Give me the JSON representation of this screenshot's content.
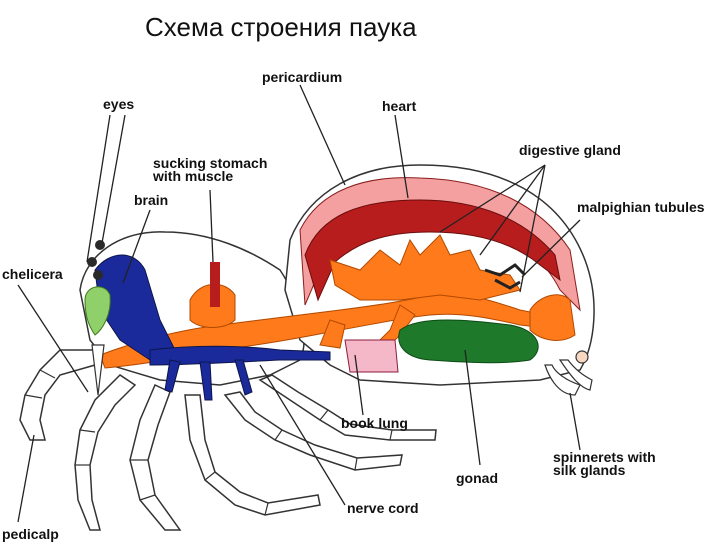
{
  "title": "Схема строения паука",
  "labels": {
    "pericardium": "pericardium",
    "heart": "heart",
    "eyes": "eyes",
    "sucking_stomach_line1": "sucking stomach",
    "sucking_stomach_line2": "with muscle",
    "digestive_gland": "digestive gland",
    "brain": "brain",
    "malpighian_tubules": "malpighian tubules",
    "chelicera": "chelicera",
    "book_lung": "book lung",
    "spinnerets_line1": "spinnerets with",
    "spinnerets_line2": "silk glands",
    "gonad": "gonad",
    "nerve_cord": "nerve cord",
    "pedicalp": "pedicalp"
  },
  "colors": {
    "heart": "#b81d1d",
    "pericardium": "#f4a0a0",
    "digestive": "#ff7a1a",
    "gonad": "#1e7a2a",
    "nerve": "#1a2a9a",
    "chelicera": "#8fd06a",
    "outline": "#333333"
  }
}
